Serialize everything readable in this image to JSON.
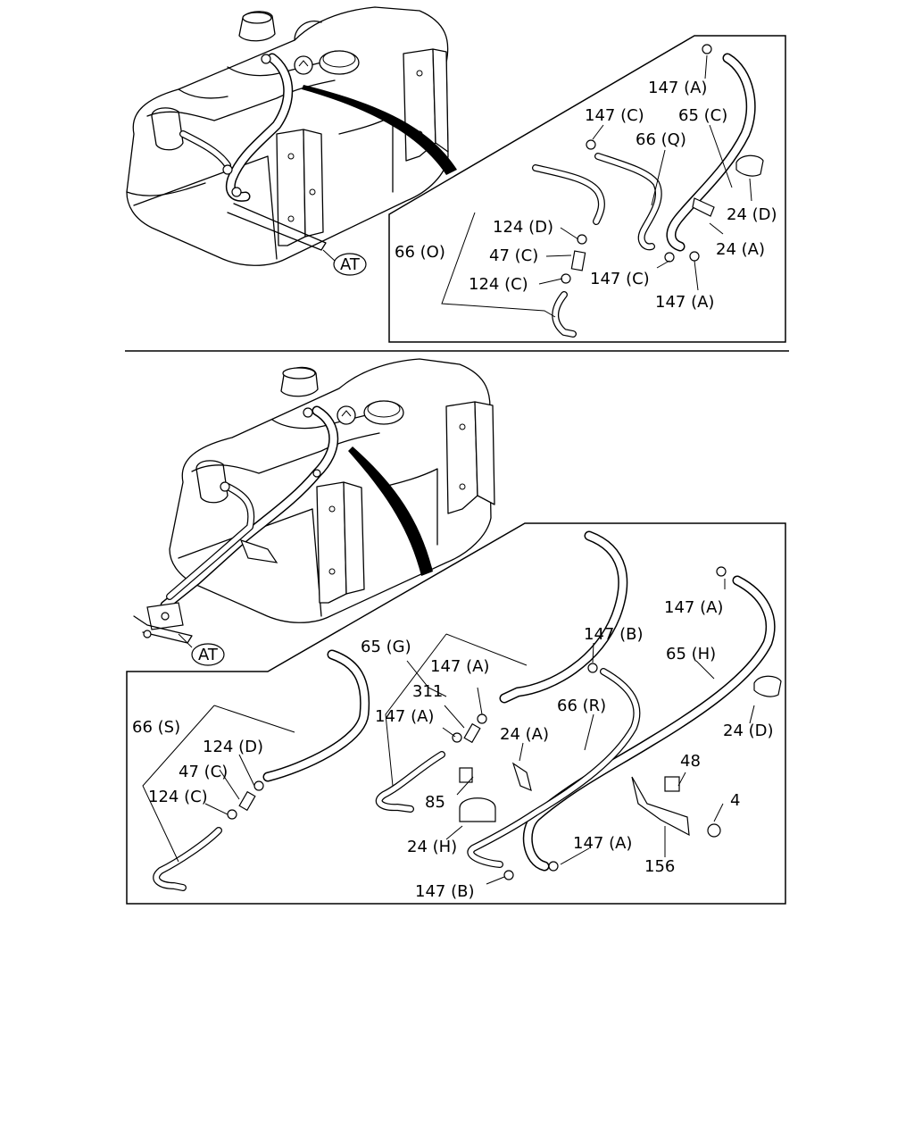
{
  "callouts": {
    "top": {
      "at": "AT",
      "l147A_1": "147 (A)",
      "l147C_1": "147 (C)",
      "l65C": "65 (C)",
      "l66Q": "66 (Q)",
      "l24D": "24 (D)",
      "l124D": "124 (D)",
      "l66O": "66 (O)",
      "l47C": "47 (C)",
      "l24A": "24 (A)",
      "l124C": "124 (C)",
      "l147C_2": "147 (C)",
      "l147A_2": "147 (A)"
    },
    "bottom": {
      "at": "AT",
      "l147A_1": "147 (A)",
      "l147B_1": "147 (B)",
      "l65H": "65 (H)",
      "l65G": "65 (G)",
      "l147A_2": "147 (A)",
      "l311": "311",
      "l66S": "66 (S)",
      "l124D": "124 (D)",
      "l147A_3": "147 (A)",
      "l66R": "66 (R)",
      "l24A": "24 (A)",
      "l24D": "24 (D)",
      "l47C": "47 (C)",
      "l48": "48",
      "l124C": "124 (C)",
      "l85": "85",
      "l4": "4",
      "l24H": "24 (H)",
      "l147A_4": "147 (A)",
      "l156": "156",
      "l147B_2": "147 (B)"
    }
  }
}
